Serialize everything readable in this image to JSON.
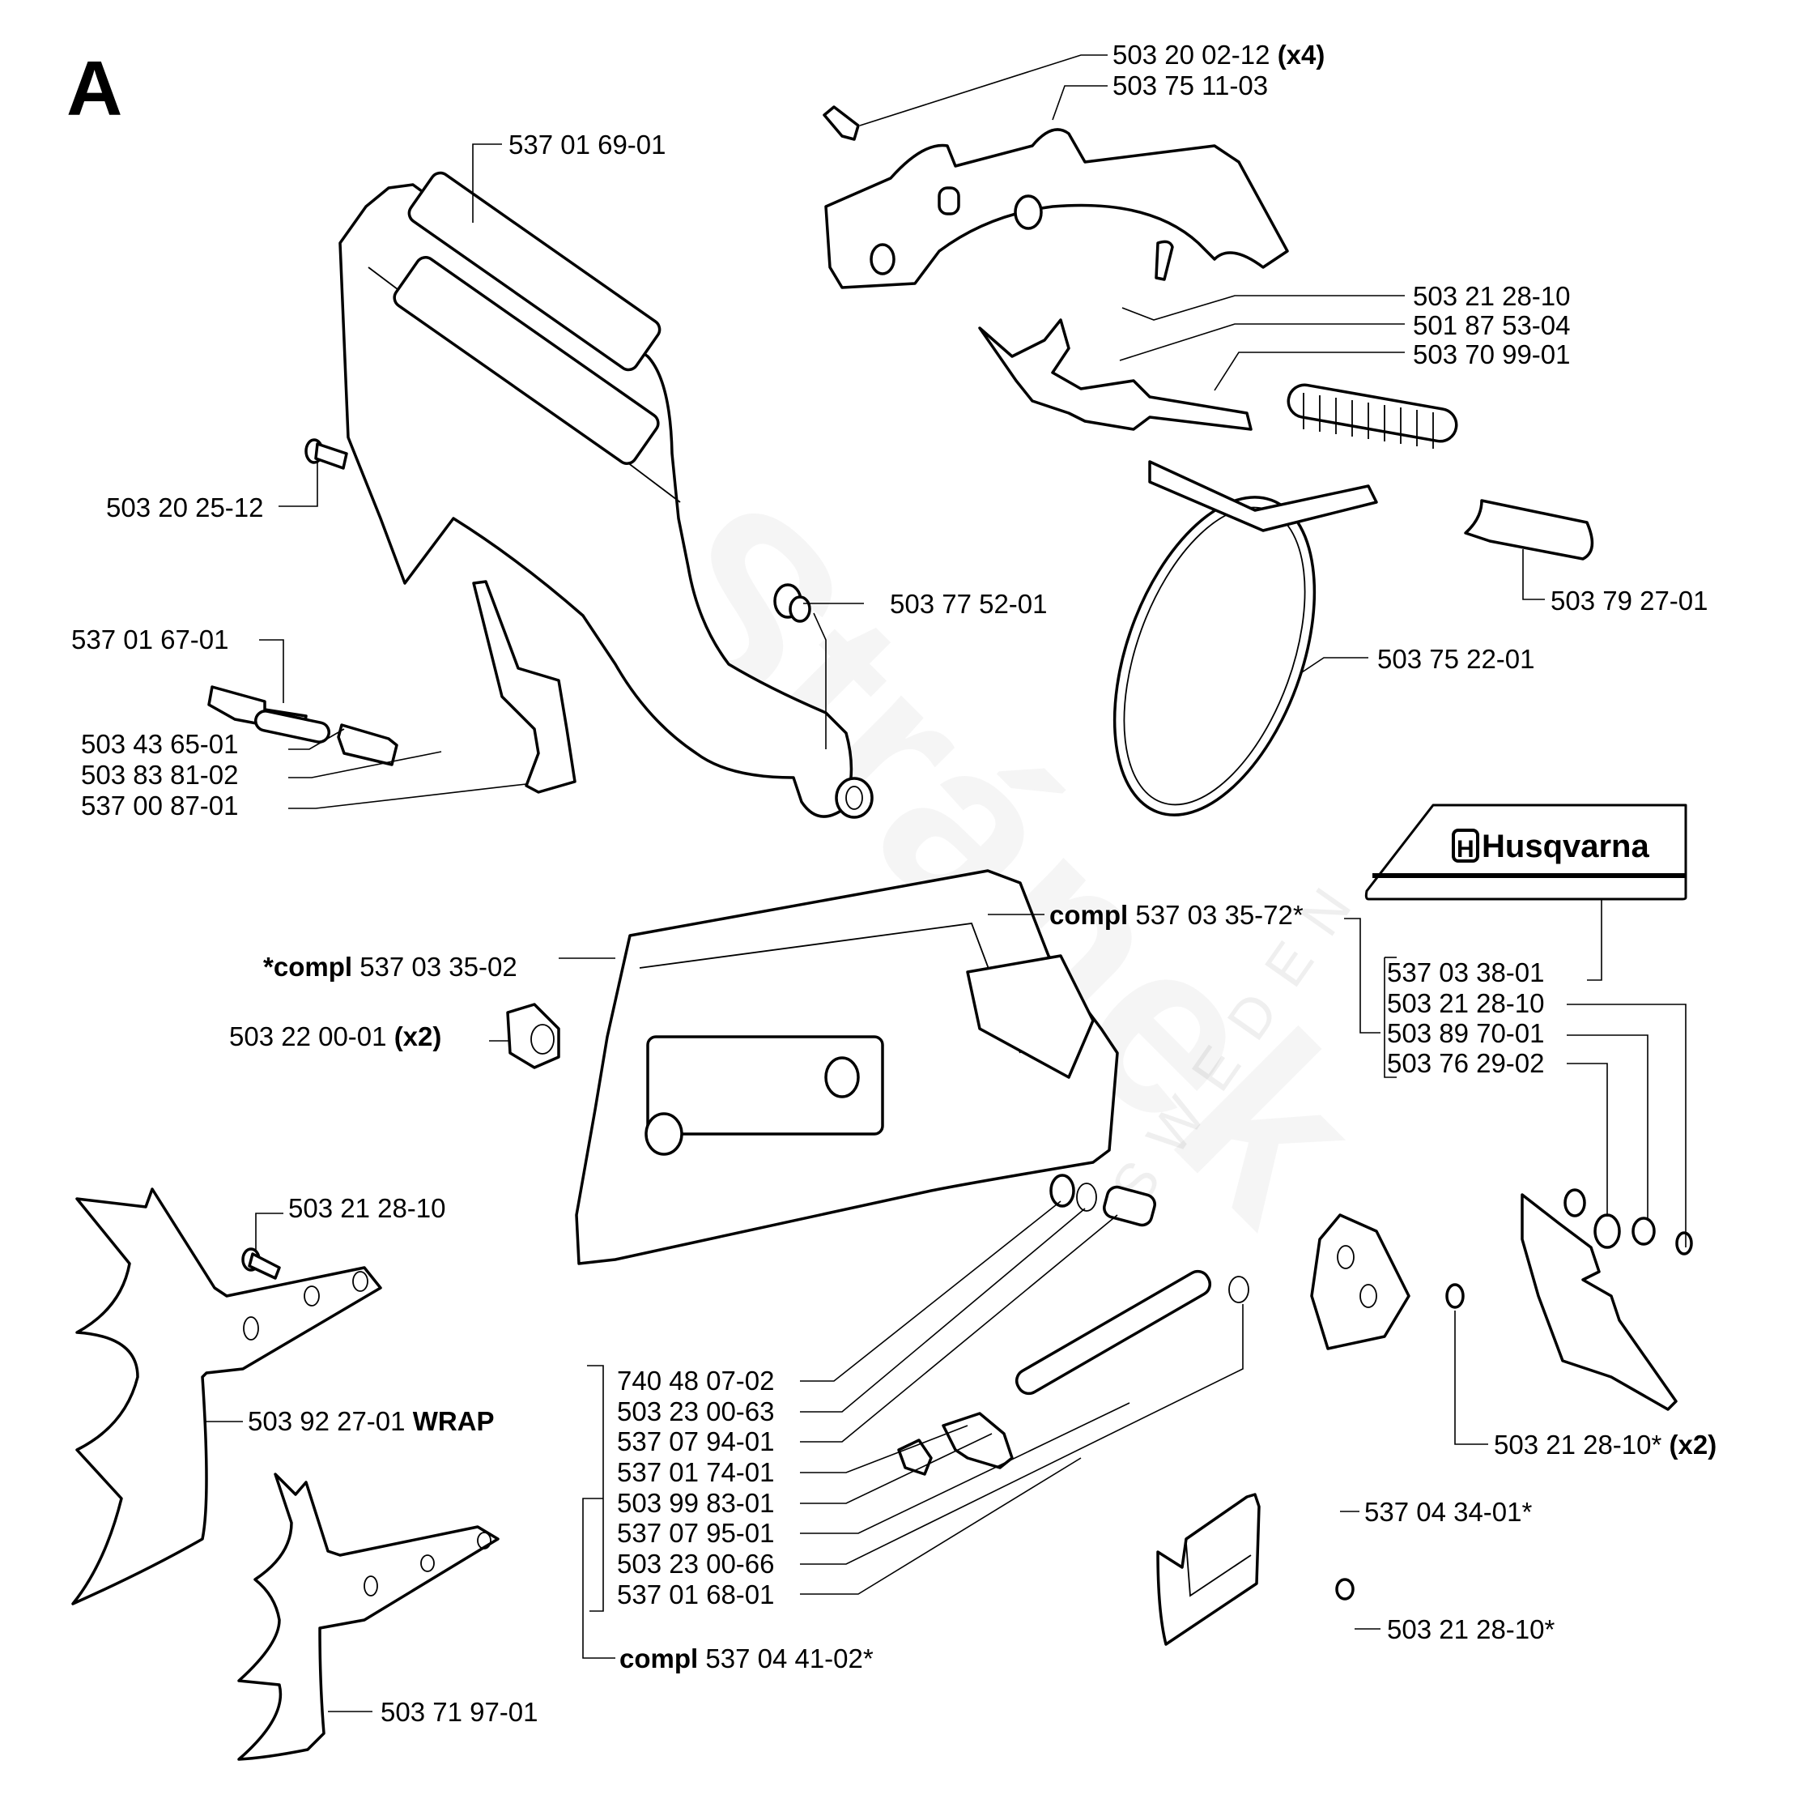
{
  "section_letter": "A",
  "watermark": {
    "text": "Stránek",
    "subtext": "SWEDEN"
  },
  "decal": {
    "brand": "Husqvarna",
    "icon": "husqvarna-crown-h-logo"
  },
  "callouts": {
    "chain_brake_handle": "537 01 69-01",
    "screw_x4": {
      "part": "503 20 02-12",
      "qty": "(x4)"
    },
    "brake_cover": "503 75 11-03",
    "screw_lever": "503 21 28-10",
    "brake_lever": "501 87 53-04",
    "brake_spring": "503 70 99-01",
    "screw_handle": "503 20 25-12",
    "bushing": "503 77 52-01",
    "brake_band_lock": "503 79 27-01",
    "brake_band": "503 75 22-01",
    "knee_bracket": "537 01 67-01",
    "small_spring": "503 43 65-01",
    "block": "503 83 81-02",
    "trigger_lever": "537 00 87-01",
    "cover_compl_72": {
      "prefix": "compl",
      "part": "537 03 35-72*"
    },
    "cover_compl_02": {
      "prefix": "*compl",
      "part": "537 03 35-02"
    },
    "nut_x2": {
      "part": "503 22 00-01",
      "qty": "(x2)"
    },
    "decal_group": [
      "537 03 38-01",
      "503 21 28-10",
      "503 89 70-01",
      "503 76 29-02"
    ],
    "screw_bumper": "503 21 28-10",
    "bumper_wrap": {
      "part": "503 92 27-01",
      "suffix": "WRAP"
    },
    "tensioner_group": [
      "740 48 07-02",
      "503 23 00-63",
      "537 07 94-01",
      "537 01 74-01",
      "503 99 83-01",
      "537 07 95-01",
      "503 23 00-66",
      "537 01 68-01"
    ],
    "tensioner_compl": {
      "prefix": "compl",
      "part": "537 04 41-02*"
    },
    "screw_x2": {
      "part": "503 21 28-10*",
      "qty": "(x2)"
    },
    "guide_plate": "537 04 34-01*",
    "screw_plate": "503 21 28-10*",
    "bumper_spike": "503 71 97-01"
  }
}
